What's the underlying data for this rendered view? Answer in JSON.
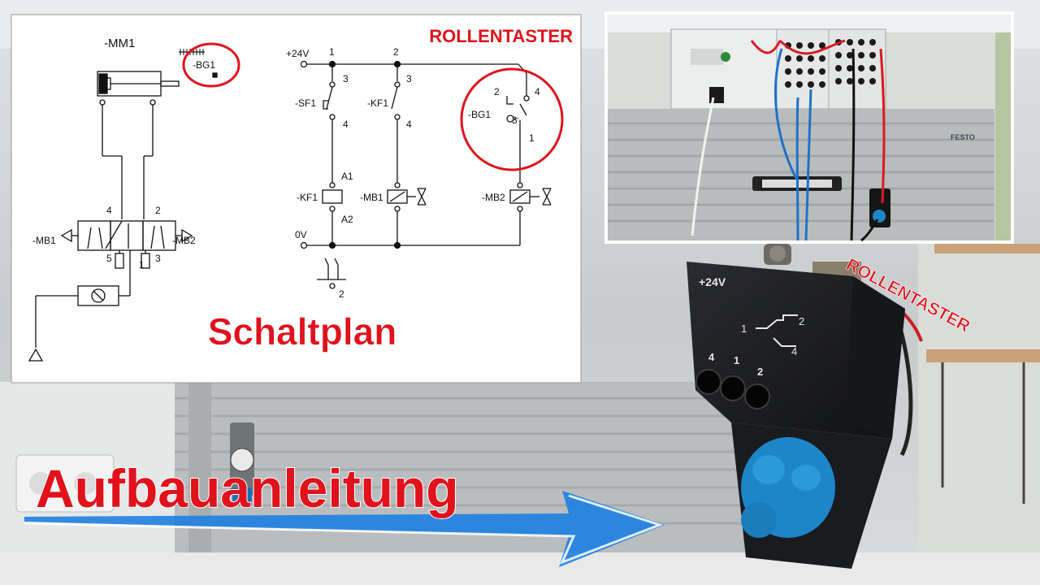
{
  "scheme": {
    "banner": "ROLLENTASTER",
    "cylinder_label": "-MM1",
    "sensor_label": "-BG1",
    "supply_label": "+24V",
    "ground_label": "0V",
    "node1": "1",
    "node2": "2",
    "sf1_label": "-SF1",
    "kf1_contact_label": "-KF1",
    "kf1_coil_label": "-KF1",
    "mb1_coil_label": "-MB1",
    "mb2_coil_label": "-MB2",
    "bg1_switch_label": "-BG1",
    "pin3": "3",
    "pin4": "4",
    "pin_a1": "A1",
    "pin_a2": "A2",
    "bg1_pin2": "2",
    "bg1_pin4": "4",
    "bg1_pin3": "3",
    "bg1_pin1": "1",
    "valve_mb1": "-MB1",
    "valve_mb2": "-MB2",
    "port4": "4",
    "port2": "2",
    "port5": "5",
    "port1": "1",
    "port3": "3",
    "bottom_pin": "2",
    "title": "Schaltplan"
  },
  "device": {
    "brand": "FESTO",
    "voltage": "+24V",
    "contact_1": "1",
    "contact_2": "2",
    "contact_4": "4",
    "socket_4": "4",
    "socket_1": "1",
    "socket_2": "2",
    "tag": "ROLLENTASTER"
  },
  "overlay": {
    "headline": "Aufbauanleitung"
  },
  "colors": {
    "accent_red": "#e0121c",
    "arrow_blue": "#1e7fe0",
    "device_body": "#1c1d21",
    "knob_blue": "#1d86c9"
  }
}
